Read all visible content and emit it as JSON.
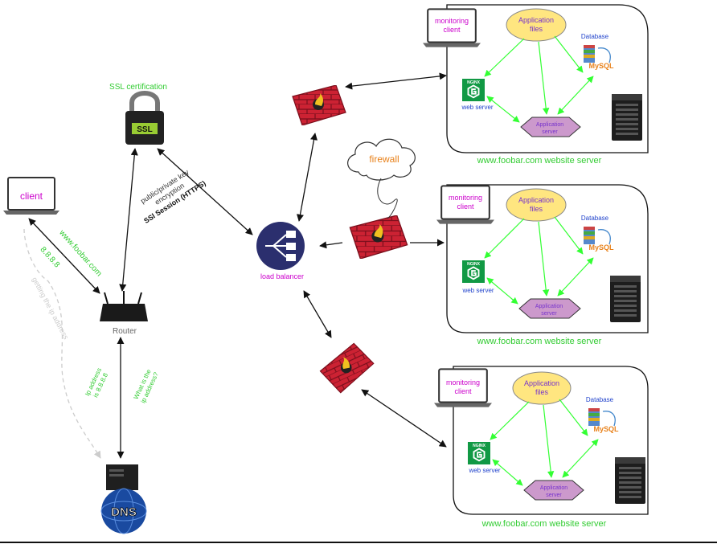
{
  "client": {
    "label": "client"
  },
  "dns_path": {
    "link_label": "www.foobar.com",
    "ip_label": "8.8.8.8",
    "query_label": "getting the ip address"
  },
  "ssl": {
    "title": "SSL certification",
    "lock_text": "SSL"
  },
  "session": {
    "line1": "public/private key",
    "line2": "encryption",
    "line3": "SSl Session (HTTPS)"
  },
  "router": {
    "label": "Router"
  },
  "dns_exchange": {
    "answer_line1": "Ip address",
    "answer_line2": "is 8.8.8.8",
    "question_line1": "What is the",
    "question_line2": "ip address?"
  },
  "dns": {
    "label": "DNS"
  },
  "load_balancer": {
    "label": "load balancer"
  },
  "firewall": {
    "label": "firewall"
  },
  "servers": [
    {
      "monitoring_line1": "monitoring",
      "monitoring_line2": "client",
      "app_files_line1": "Application",
      "app_files_line2": "files",
      "database_label": "Database",
      "mysql_label": "MySQL",
      "nginx_badge": "NGINX",
      "web_server_label": "web server",
      "app_server_line1": "Application",
      "app_server_line2": "server",
      "caption": "www.foobar.com website server"
    },
    {
      "monitoring_line1": "monitoring",
      "monitoring_line2": "client",
      "app_files_line1": "Application",
      "app_files_line2": "files",
      "database_label": "Database",
      "mysql_label": "MySQL",
      "nginx_badge": "NGINX",
      "web_server_label": "web server",
      "app_server_line1": "Application",
      "app_server_line2": "server",
      "caption": "www.foobar.com website server"
    },
    {
      "monitoring_line1": "monitoring",
      "monitoring_line2": "client",
      "app_files_line1": "Application",
      "app_files_line2": "files",
      "database_label": "Database",
      "mysql_label": "MySQL",
      "nginx_badge": "NGINX",
      "web_server_label": "web server",
      "app_server_line1": "Application",
      "app_server_line2": "server",
      "caption": "www.foobar.com website server"
    }
  ],
  "colors": {
    "green_label": "#33cc33",
    "green_arrow": "#33ff33",
    "magenta": "#cc00cc",
    "orange": "#e8811a",
    "navy": "#2b2f6e",
    "brick": "#cc2233",
    "app_files_fill": "#ffe680",
    "app_server_fill": "#cc99cc",
    "nginx_green": "#119944"
  }
}
